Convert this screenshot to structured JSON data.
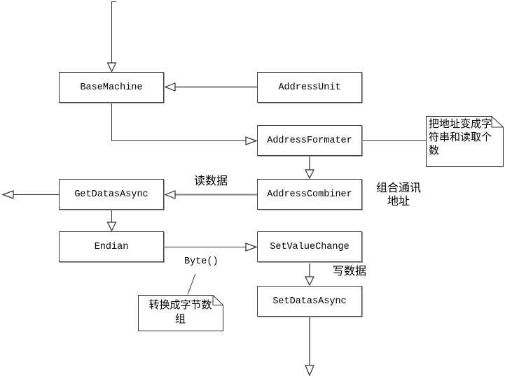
{
  "diagram": {
    "nodes": [
      {
        "id": "base-machine",
        "label": "BaseMachine"
      },
      {
        "id": "address-unit",
        "label": "AddressUnit"
      },
      {
        "id": "address-formater",
        "label": "AddressFormater"
      },
      {
        "id": "get-datas-async",
        "label": "GetDatasAsync"
      },
      {
        "id": "address-combiner",
        "label": "AddressCombiner"
      },
      {
        "id": "endian",
        "label": "Endian"
      },
      {
        "id": "set-value-change",
        "label": "SetValueChange"
      },
      {
        "id": "set-datas-async",
        "label": "SetDatasAsync"
      }
    ],
    "notes": [
      {
        "id": "note-address-format",
        "text": "把地址变成字\n符串和读取个\n数"
      },
      {
        "id": "note-byte-array",
        "text": "转换成字节数\n组"
      }
    ],
    "edge_labels": {
      "read_data": "读数据",
      "combine_address": "组合通讯\n地址",
      "byte_call": "Byte()",
      "write_data": "写数据"
    },
    "colors": {
      "background": "#ffffff",
      "line": "#303030",
      "thick_line": "#7d7d7d",
      "box_border": "#3e3e3e",
      "box_fill": "#ffffff"
    }
  }
}
